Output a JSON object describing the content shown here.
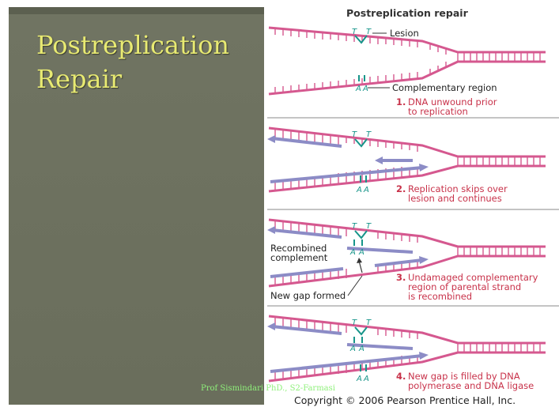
{
  "slide": {
    "title_line1": "Postreplication",
    "title_line2": "Repair",
    "footer": "Prof Sismindari PhD., S2-Farmasi"
  },
  "figure": {
    "heading": "Postreplication repair",
    "lesion_label": "Lesion",
    "complementary_label": "Complementary region",
    "recombined_label_1": "Recombined",
    "recombined_label_2": "complement",
    "new_gap_label": "New gap formed",
    "base_t": "T",
    "base_a": "A",
    "steps": [
      {
        "number": "1.",
        "line1": "DNA unwound prior",
        "line2": "to replication",
        "line3": ""
      },
      {
        "number": "2.",
        "line1": "Replication skips over",
        "line2": "lesion and continues",
        "line3": ""
      },
      {
        "number": "3.",
        "line1": "Undamaged complementary",
        "line2": "region of parental strand",
        "line3": "is recombined"
      },
      {
        "number": "4.",
        "line1": "New gap is filled by DNA",
        "line2": "polymerase and DNA ligase",
        "line3": ""
      }
    ],
    "copyright": "Copyright © 2006 Pearson Prentice Hall, Inc."
  },
  "colors": {
    "parental_strand": "#d5588f",
    "new_strand": "#8c8cc6",
    "teal": "#17958a",
    "step_text": "#c8324a",
    "slide_bg": "#6c705e",
    "title_text": "#e8ea72",
    "footer_text": "#8ef07a"
  }
}
